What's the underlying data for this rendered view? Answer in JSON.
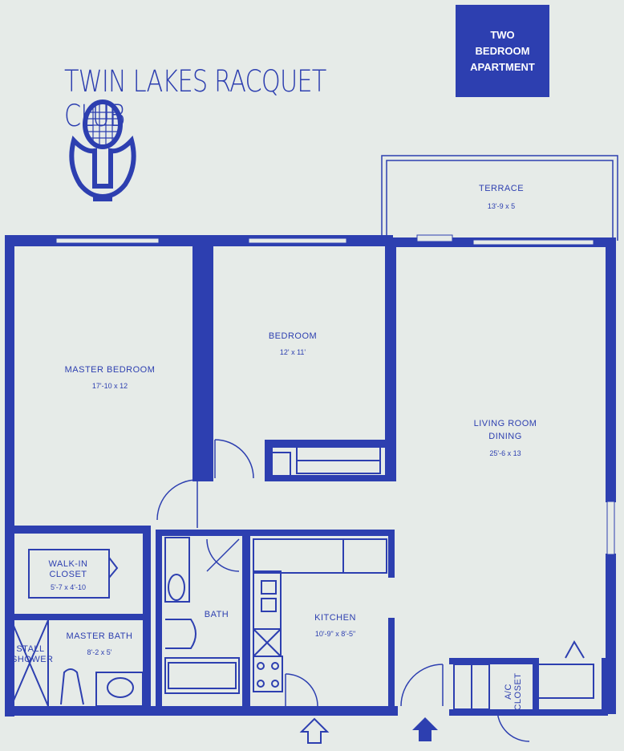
{
  "header": {
    "club_name": "TWIN LAKES RACQUET CLUB",
    "badge_lines": [
      "TWO",
      "BEDROOM",
      "APARTMENT"
    ]
  },
  "rooms": {
    "terrace": {
      "name": "TERRACE",
      "size": "13'-9  x 5"
    },
    "bedroom": {
      "name": "BEDROOM",
      "size": "12' x 11'"
    },
    "master_bedroom": {
      "name": "MASTER BEDROOM",
      "size": "17'-10  x 12"
    },
    "living": {
      "name_line1": "LIVING ROOM",
      "name_line2": "DINING",
      "size": "25'-6  x 13"
    },
    "walk_in": {
      "name_line1": "WALK-IN",
      "name_line2": "CLOSET",
      "size": "5'-7  x 4'-10"
    },
    "bath": {
      "name": "BATH"
    },
    "kitchen": {
      "name": "KITCHEN",
      "size": "10'-9\" x 8'-5\""
    },
    "master_bath": {
      "name": "MASTER BATH",
      "size": "8'-2  x 5'"
    },
    "stall_shower": {
      "name_line1": "STALL",
      "name_line2": "SHOWER"
    },
    "ac_closet": {
      "name_line1": "A/C",
      "name_line2": "CLOSET"
    }
  },
  "colors": {
    "ink": "#2d3fb0",
    "paper": "#e6ebe8"
  },
  "icons": [
    "tennis-racquet-logo-icon",
    "entry-arrow-outline-icon",
    "entry-arrow-solid-icon"
  ]
}
